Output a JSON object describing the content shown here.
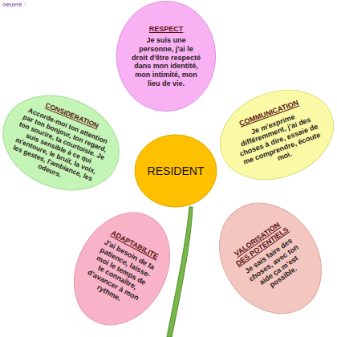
{
  "diagram": {
    "nodes": [
      {
        "text": [
          "RESPECT",
          "Je suis une personne, j'ai le droit d'être respecté dans mon identité, mon intimité, mon lieu de vie."
        ]
      },
      {
        "text": [
          "CONSIDERATION",
          "Accorde-moi ton attention par ton bonjour, ton regard, ton sourire, ta courtoisie. Je suis sensible à ce qui m'entoure, le bruit, la voix, les gestes, l'ambiance, les odeurs."
        ]
      },
      {
        "text": [
          "COMMUNICATION",
          "Je m'exprime différemment, j'ai des choses à dire, essaie de me comprendre, écoute moi."
        ]
      },
      {
        "text": [
          "RESIDENT"
        ]
      },
      {
        "text": [
          "ADAPTABILITE",
          "J'ai besoin de ta patience, laisse-moi le temps de te connaître, d'avancer à mon rythme."
        ]
      },
      {
        "text": [
          "VALORISATION DES POTENTIELS",
          "Je sais faire des choses, avec ton aide ça m'est possible."
        ]
      }
    ],
    "labels": [
      "oeuvre :"
    ]
  }
}
